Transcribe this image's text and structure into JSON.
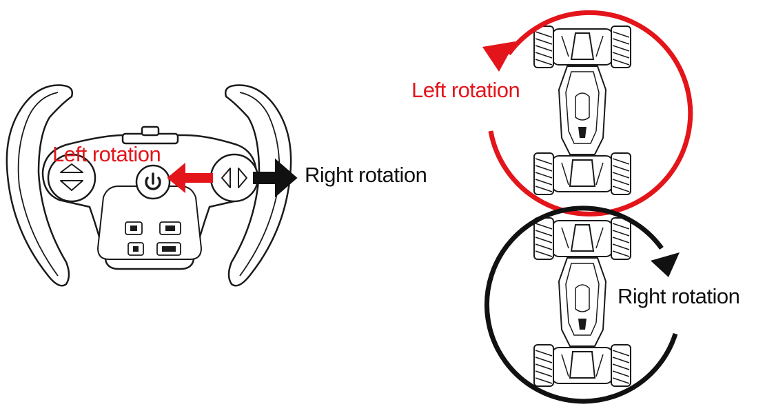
{
  "colors": {
    "left": "#e3151b",
    "right": "#111111",
    "line": "#1a1a1a"
  },
  "remote": {
    "left_label": "Left rotation",
    "right_label": "Right rotation",
    "icons": [
      "power-icon",
      "up-down-arrows-icon",
      "left-right-arrows-icon",
      "light-icon",
      "transform-icon",
      "music-icon",
      "mode-icon"
    ]
  },
  "car_left": {
    "label": "Left rotation",
    "direction": "counterclockwise"
  },
  "car_right": {
    "label": "Right rotation",
    "direction": "clockwise"
  }
}
